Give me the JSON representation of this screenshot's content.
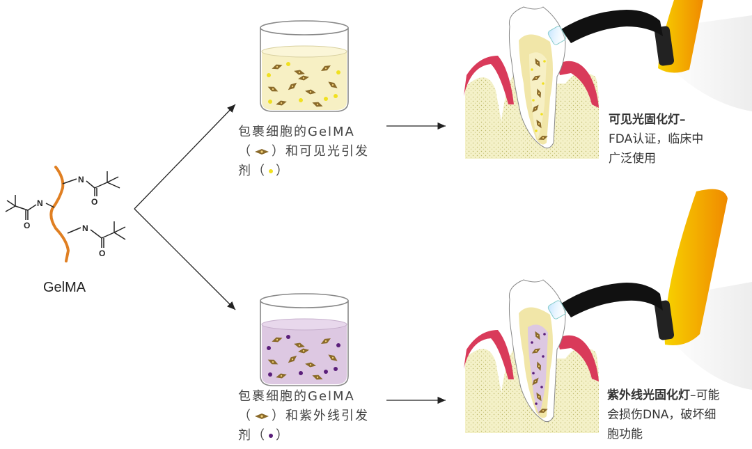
{
  "molecule": {
    "label": "GelMA",
    "atoms": [
      "N",
      "O",
      "N",
      "O",
      "N",
      "O"
    ]
  },
  "top": {
    "caption_line1": "包裹细胞的GelMA",
    "caption_line2_a": "（",
    "caption_line2_b": "）和可见光引发",
    "caption_line3_a": "剂（",
    "caption_line3_b": "）",
    "note_bold": "可见光固化灯–",
    "note_line2": "FDA认证，临床中",
    "note_line3": "广泛使用",
    "liquid_color": "#f7f0c4",
    "initiator_color": "#f0e020"
  },
  "bottom": {
    "caption_line1": "包裹细胞的GelMA",
    "caption_line2_a": "（",
    "caption_line2_b": "）和紫外线引发",
    "caption_line3_a": "剂（",
    "caption_line3_b": "）",
    "note_bold": "紫外线光固化灯",
    "note_rest": "–可能",
    "note_line2": "会损伤DNA，破坏细",
    "note_line3": "胞功能",
    "liquid_color": "#ddc8e2",
    "initiator_color": "#5a1e7a"
  },
  "colors": {
    "chain": "#e07f22",
    "cell": "#8a6a2a",
    "gum": "#d93a5a",
    "bone": "#f2efc4",
    "lamp": "#f5c000"
  }
}
